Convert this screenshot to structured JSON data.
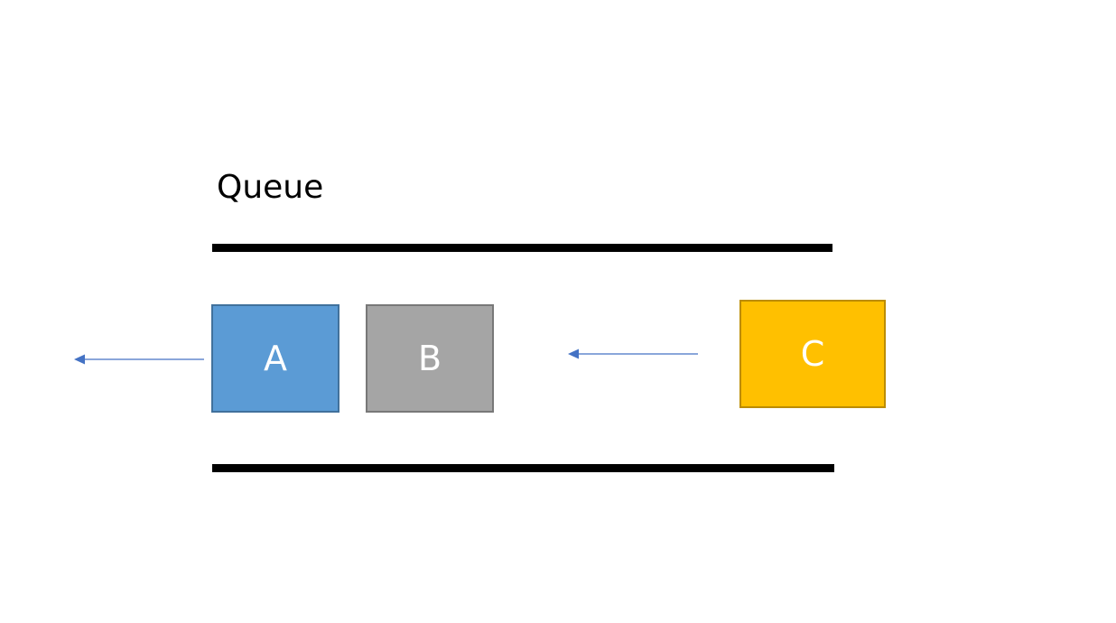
{
  "title": "Queue",
  "items": [
    {
      "label": "A",
      "fill": "#5b9bd5",
      "border": "#41719c"
    },
    {
      "label": "B",
      "fill": "#a5a5a5",
      "border": "#787878"
    },
    {
      "label": "C",
      "fill": "#ffc000",
      "border": "#bc8c00"
    }
  ],
  "colors": {
    "wall": "#000000",
    "arrow": "#4472c4",
    "label_text": "#ffffff"
  }
}
